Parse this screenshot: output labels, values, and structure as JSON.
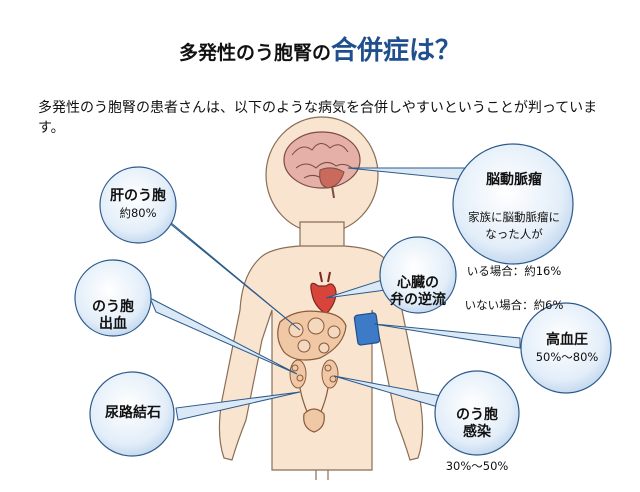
{
  "title": {
    "part1": "多発性のう胞腎の",
    "part2": "合併症は？"
  },
  "intro": "多発性のう胞腎の患者さんは、以下のような病気を合併しやすいということが判っています。",
  "callouts": {
    "liver": {
      "name": "肝のう胞",
      "detail": "約80%"
    },
    "hemorrhage": {
      "name": "のう胞\n出血"
    },
    "stone": {
      "name": "尿路結石"
    },
    "aneurysm": {
      "name": "脳動脈瘤",
      "detail": "家族に脳動脈瘤に\nなった人が",
      "with_family": "いる場合：約16%",
      "without_family": "いない場合：約6%"
    },
    "heart": {
      "name": "心臓の\n弁の逆流"
    },
    "hypertension": {
      "name": "高血圧",
      "detail": "50%～80%"
    },
    "infection": {
      "name": "のう胞\n感染",
      "detail": "30%～50%"
    }
  },
  "colors": {
    "title_accent": "#1f4f8c",
    "skin": "#f8e4cf",
    "bubble": "#dbe9f7",
    "bubble_edge": "#2c5a8a",
    "cuff": "#3e7bc6"
  }
}
